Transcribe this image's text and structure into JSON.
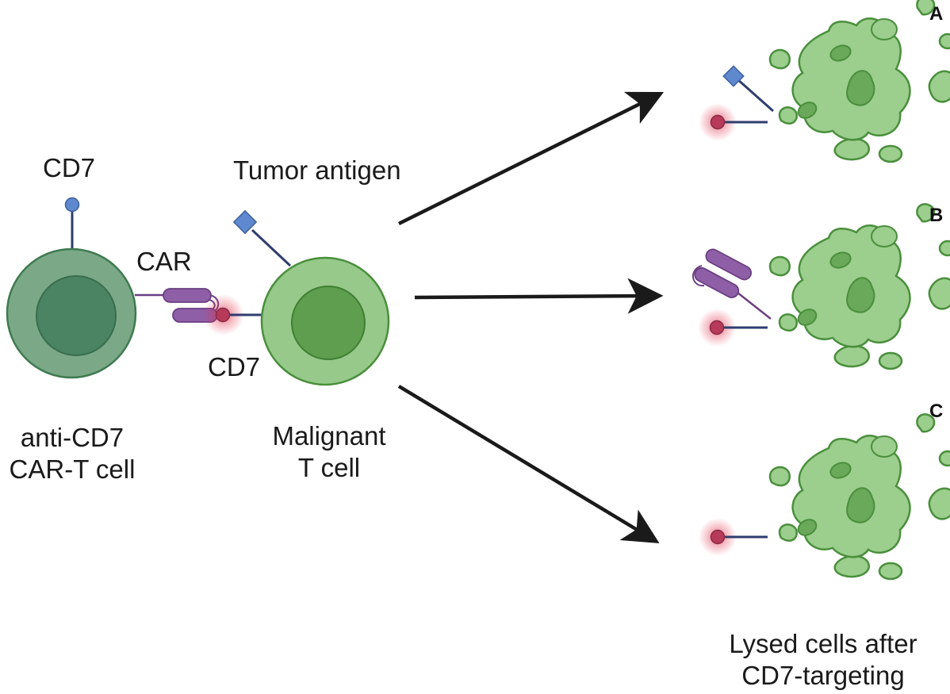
{
  "labels": {
    "cd7_top": "CD7",
    "tumor_antigen": "Tumor antigen",
    "car": "CAR",
    "cd7_bottom": "CD7",
    "car_t_line1": "anti-CD7",
    "car_t_line2": "CAR-T cell",
    "malignant_line1": "Malignant",
    "malignant_line2": "T cell",
    "lysed_line1": "Lysed cells after",
    "lysed_line2": "CD7-targeting"
  },
  "panels": {
    "a": "A",
    "b": "B",
    "c": "C"
  },
  "colors": {
    "car_t_outer": "#7ba987",
    "car_t_inner": "#4a8462",
    "malignant_outer": "#96c98a",
    "malignant_inner": "#5e9e4e",
    "cell_stroke": "#4a8f3c",
    "lysed_fill": "#9cce8e",
    "lysed_dark": "#6aa85a",
    "stalk": "#2f3d6e",
    "cd7_knob": "#5f89cf",
    "car_purple": "#8e5fa6",
    "car_stroke": "#6b3f82",
    "cd7_glow": "#e0304a",
    "arrow": "#1a1a1a"
  }
}
